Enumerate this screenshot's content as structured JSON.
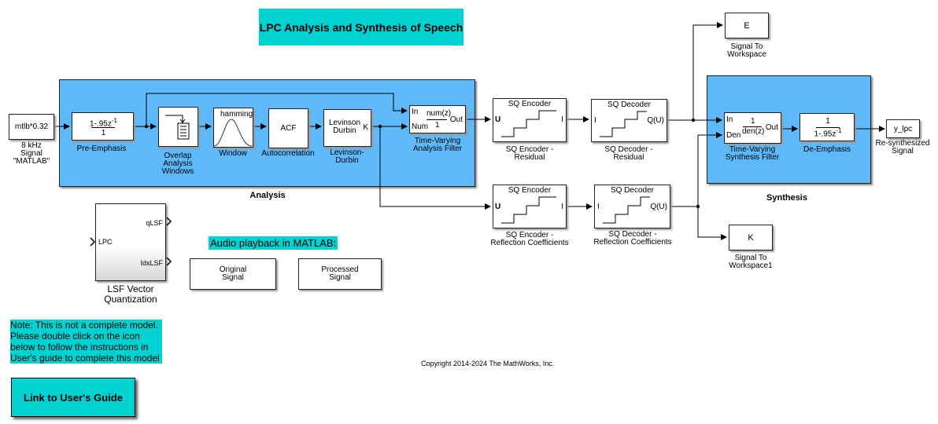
{
  "title": "LPC Analysis and Synthesis of Speech",
  "subsystems": {
    "analysis": "Analysis",
    "synthesis": "Synthesis"
  },
  "source": {
    "text": "mtlb*0.32",
    "label": "8 kHz\nSignal\n\"MATLAB\""
  },
  "pre_emphasis": {
    "num": "1-.95z",
    "num_exp": "-1",
    "den": "1",
    "label": "Pre-Emphasis"
  },
  "overlap": {
    "label": "Overlap\nAnalysis\nWindows"
  },
  "window": {
    "text": "hamming",
    "label": "Window"
  },
  "acf": {
    "text": "ACF",
    "label": "Autocorrelation"
  },
  "levinson": {
    "text": "Levinson\nDurbin",
    "port": "K",
    "label": "Levinson-\nDurbin"
  },
  "analysis_filter": {
    "in": "In",
    "num_port": "Num",
    "num": "num(z)",
    "den": "1",
    "out": "Out",
    "label": "Time-Varying\nAnalysis Filter"
  },
  "sq_enc_res": {
    "title": "SQ Encoder",
    "in": "U",
    "out": "I",
    "label": "SQ Encoder -\nResidual"
  },
  "sq_dec_res": {
    "title": "SQ Decoder",
    "in": "I",
    "out": "Q(U)",
    "label": "SQ Decoder -\nResidual"
  },
  "sq_enc_ref": {
    "title": "SQ Encoder",
    "in": "U",
    "out": "I",
    "label": "SQ Encoder -\nReflection Coefficients"
  },
  "sq_dec_ref": {
    "title": "SQ Decoder",
    "in": "I",
    "out": "Q(U)",
    "label": "SQ Decoder -\nReflection Coefficients"
  },
  "ws_e": {
    "text": "E",
    "label": "Signal To\nWorkspace"
  },
  "ws_k": {
    "text": "K",
    "label": "Signal To\nWorkspace1"
  },
  "synthesis_filter": {
    "in": "In",
    "den_port": "Den",
    "num": "1",
    "den": "den(z)",
    "out": "Out",
    "label": "Time-Varying\nSynthesis Filter"
  },
  "de_emphasis": {
    "num": "1",
    "den": "1-.95z",
    "den_exp": "-1",
    "label": "De-Emphasis"
  },
  "output": {
    "text": "y_lpc",
    "label": "Re-synthesized\nSignal"
  },
  "lsf": {
    "in": "LPC",
    "out1": "qLSF",
    "out2": "IdxLSF",
    "label": "LSF Vector\nQuantization"
  },
  "audio": {
    "heading": "Audio playback in MATLAB:",
    "original": "Original\nSignal",
    "processed": "Processed\nSignal"
  },
  "note": "Note: This is not a complete model.\nPlease double click on the icon\nbelow to follow the instructions in\nUser's guide to complete this model",
  "guide_link": "Link to User's Guide",
  "copyright": "Copyright 2014-2024 The MathWorks, Inc.",
  "colors": {
    "subsystem": "#5eb9fb",
    "annotation": "#00d2d2"
  }
}
